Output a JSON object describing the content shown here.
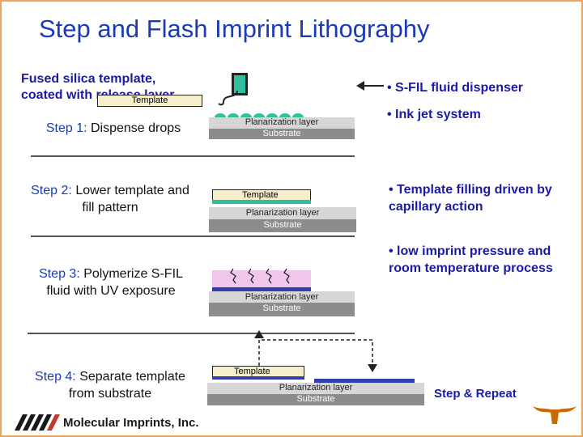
{
  "title": "Step and Flash Imprint Lithography",
  "template_note": "Fused silica template, coated with release layer",
  "steps": [
    {
      "num": "Step 1:",
      "text": "Dispense drops"
    },
    {
      "num": "Step 2:",
      "text": "Lower template and fill pattern"
    },
    {
      "num": "Step 3:",
      "text": "Polymerize S-FIL fluid with UV exposure"
    },
    {
      "num": "Step 4:",
      "text": "Separate template from substrate"
    }
  ],
  "layers": {
    "template": "Template",
    "planarization": "Planarization layer",
    "substrate": "Substrate"
  },
  "bullets": [
    "• S-FIL fluid dispenser",
    "• Ink jet system",
    "• Template filling driven by capillary action",
    "• low imprint pressure and room temperature process"
  ],
  "repeat_label": "Step & Repeat",
  "company": "Molecular Imprints, Inc.",
  "colors": {
    "title": "#1a3bb8",
    "frame": "#f0a55b",
    "drop": "#2fbf9f",
    "pattern": "#2f3fb0",
    "uv": "#c070d0"
  }
}
